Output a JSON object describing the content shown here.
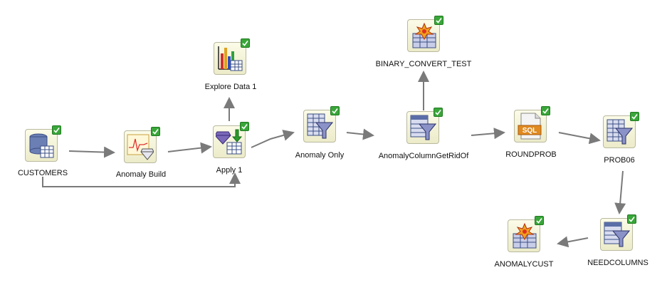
{
  "workflow": {
    "nodes": [
      {
        "id": "customers",
        "label": "CUSTOMERS",
        "icon": "data-source-icon"
      },
      {
        "id": "anomaly_build",
        "label": "Anomaly Build",
        "icon": "anomaly-model-icon"
      },
      {
        "id": "apply1",
        "label": "Apply 1",
        "icon": "apply-icon"
      },
      {
        "id": "explore",
        "label": "Explore Data 1",
        "icon": "explore-chart-icon"
      },
      {
        "id": "anomaly_only",
        "label": "Anomaly Only",
        "icon": "filter-icon"
      },
      {
        "id": "getridof",
        "label": "AnomalyColumnGetRidOf",
        "icon": "filter-columns-icon"
      },
      {
        "id": "binary",
        "label": "BINARY_CONVERT_TEST",
        "icon": "transform-icon"
      },
      {
        "id": "roundprob",
        "label": "ROUNDPROB",
        "icon": "sql-icon"
      },
      {
        "id": "prob06",
        "label": "PROB06",
        "icon": "filter-icon"
      },
      {
        "id": "needcolumns",
        "label": "NEEDCOLUMNS",
        "icon": "filter-columns-icon"
      },
      {
        "id": "anomalycust",
        "label": "ANOMALYCUST",
        "icon": "transform-icon"
      }
    ],
    "status_icon": "checkmark-icon",
    "colors": {
      "tile": "#f5f4d8",
      "status": "#3aa63a",
      "connector": "#7a7a7a",
      "table": "#5a6ea8"
    }
  }
}
